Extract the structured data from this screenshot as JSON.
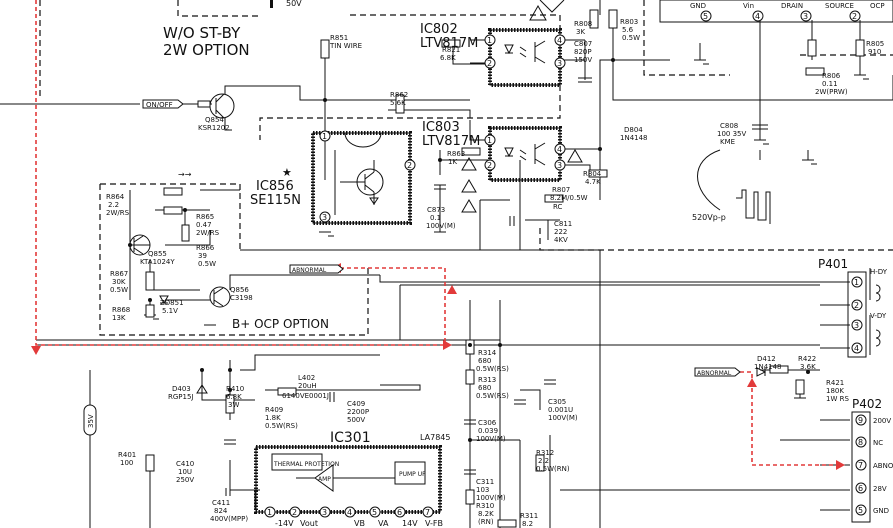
{
  "option_heading": {
    "line1": "W/O ST-BY",
    "line2": "2W OPTION"
  },
  "top_cut": {
    "label": "50V"
  },
  "ic802": {
    "name": "IC802",
    "part": "LTV817M",
    "pins": [
      "1",
      "2",
      "3",
      "4"
    ]
  },
  "ic803": {
    "name": "IC803",
    "part": "LTV817M",
    "pins": [
      "1",
      "2",
      "3",
      "4"
    ]
  },
  "ic856": {
    "name": "IC856",
    "part": "SE115N",
    "pins": [
      "1",
      "2",
      "3"
    ]
  },
  "ic301": {
    "name": "IC301",
    "part": "LA7845",
    "thermal": "THERMAL PROTETION",
    "amp": "AMP",
    "pump": "PUMP UP",
    "pins": [
      "1",
      "2",
      "3",
      "4",
      "5",
      "6",
      "7"
    ],
    "pin_labels": [
      "-14V",
      "Vout",
      "",
      "VB",
      "VA",
      "14V",
      "V-FB"
    ]
  },
  "labels": {
    "on_off": "ON/OFF",
    "abnormal_left": "ABNORMAL",
    "abnormal_right": "ABNORMAL",
    "b_ocp": "B+ OCP OPTION",
    "v520": "520Vp-p",
    "left_rail": "35V"
  },
  "components": {
    "r851": [
      "R851",
      "TIN WIRE"
    ],
    "r821": [
      "R821",
      "6.8K"
    ],
    "r862": [
      "R862",
      "5.6K"
    ],
    "r863": [
      "R863",
      "1K"
    ],
    "c873": [
      "C873",
      "0.1",
      "100V(M)"
    ],
    "r807": [
      "R807",
      "8.2M/0.5W",
      "RC"
    ],
    "c811": [
      "C811",
      "222",
      "4KV"
    ],
    "r804": [
      "R804",
      "4.7K"
    ],
    "d804": [
      "D804",
      "1N4148"
    ],
    "r808": [
      "R808",
      "3K"
    ],
    "r803": [
      "R803",
      "5.6",
      "0.5W"
    ],
    "c807": [
      "C807",
      "820P",
      "150V"
    ],
    "c808": [
      "C808",
      "100 35V",
      "KME"
    ],
    "r806": [
      "R806",
      "0.11",
      "2W(PRW)"
    ],
    "r805": [
      "R805",
      "910"
    ],
    "q854": [
      "Q854",
      "KSR1202"
    ],
    "r864": [
      "R864",
      "2.2",
      "2W/RS"
    ],
    "r865": [
      "R865",
      "0.47",
      "2W/RS"
    ],
    "r866": [
      "R866",
      "39",
      "0.5W"
    ],
    "q855": [
      "Q855",
      "KTA1024Y"
    ],
    "r867": [
      "R867",
      "30K",
      "0.5W"
    ],
    "zd851": [
      "ZD851",
      "5.1V"
    ],
    "r868": [
      "R868",
      "13K"
    ],
    "q856": [
      "Q856",
      "C3198"
    ],
    "l402": [
      "L402",
      "20uH",
      "6140VE0001J"
    ],
    "c409": [
      "C409",
      "2200P",
      "500V"
    ],
    "r409": [
      "R409",
      "1.8K",
      "0.5W(RS)"
    ],
    "d403": [
      "D403",
      "RGP15J"
    ],
    "r410": [
      "R410",
      "6.8K",
      "3W"
    ],
    "c410": [
      "C410",
      "10U",
      "250V"
    ],
    "c411": [
      "C411",
      "824",
      "400V(MPP)"
    ],
    "r401": [
      "R401",
      "100"
    ],
    "r314": [
      "R314",
      "680",
      "0.5W(RS)"
    ],
    "r313": [
      "R313",
      "680",
      "0.5W(RS)"
    ],
    "c305": [
      "C305",
      "0.001U",
      "100V(M)"
    ],
    "c306": [
      "C306",
      "0.039",
      "100V(M)"
    ],
    "c311": [
      "C311",
      "103",
      "100V(M)"
    ],
    "r310": [
      "R310",
      "8.2K",
      "(RN)"
    ],
    "r312": [
      "R312",
      "2.2",
      "0.5W(RN)"
    ],
    "r311": [
      "R311",
      "8.2"
    ],
    "d412": [
      "D412",
      "1N4148"
    ],
    "r422": [
      "R422",
      "3.6K"
    ],
    "r421": [
      "R421",
      "180K",
      "1W RS"
    ]
  },
  "ic_top_right": {
    "pins": [
      "5",
      "4",
      "3",
      "2"
    ],
    "labels": [
      "GND",
      "Vin",
      "DRAIN",
      "SOURCE",
      "OCP"
    ]
  },
  "p401": {
    "name": "P401",
    "pins": [
      "1",
      "2",
      "3",
      "4"
    ],
    "labels": [
      "H-DY",
      "V-DY"
    ]
  },
  "p402": {
    "name": "P402",
    "pins": [
      "9",
      "8",
      "7",
      "6",
      "5"
    ],
    "labels": [
      "200V",
      "NC",
      "ABNOR",
      "28V",
      "GND"
    ]
  }
}
